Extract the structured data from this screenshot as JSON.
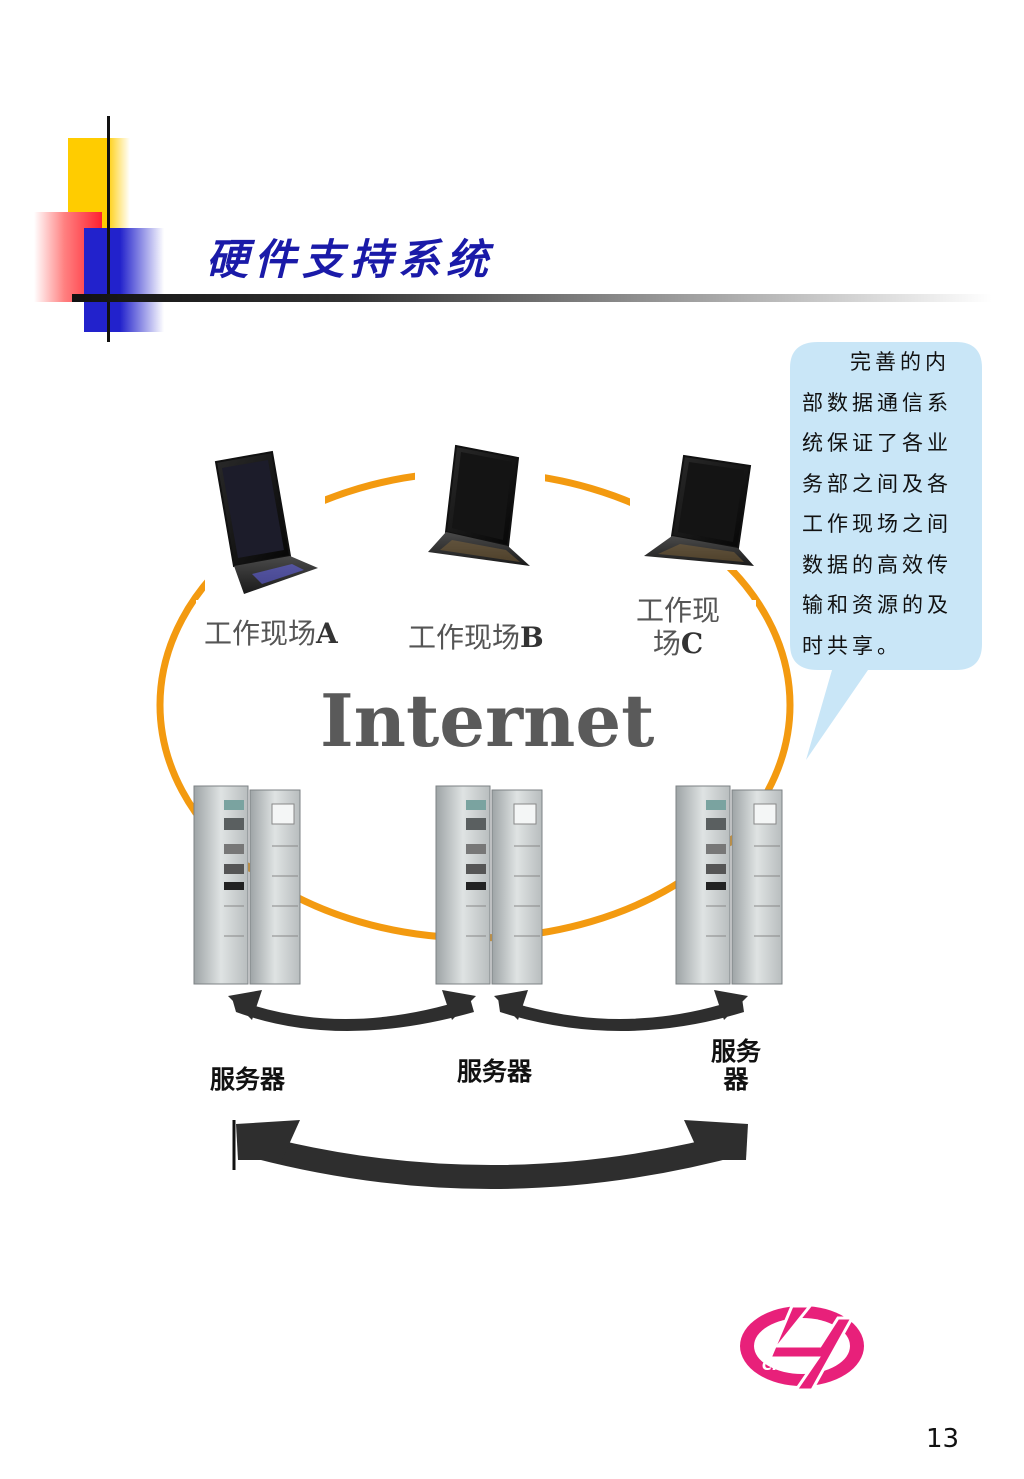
{
  "title": "硬件支持系统",
  "callout": {
    "text": "完善的内部数据通信系统保证了各业务部之间及各工作现场之间数据的高效传输和资源的及时共享。"
  },
  "sites": [
    {
      "prefix": "工作现场",
      "letter": "A"
    },
    {
      "prefix": "工作现场",
      "letter": "B"
    },
    {
      "line1": "工作现",
      "line2_prefix": "场",
      "letter": "C"
    }
  ],
  "network_label": "Internet",
  "servers": [
    {
      "label": "服务器"
    },
    {
      "label": "服务器"
    },
    {
      "line1": "服务",
      "line2": "器"
    }
  ],
  "logo": {
    "text": "CPA",
    "color": "#e8207a"
  },
  "page_number": "13",
  "colors": {
    "title": "#1a1aa8",
    "ring": "#f39a10",
    "callout_fill": "#c9e6f7",
    "arrow": "#2e2e2e"
  }
}
